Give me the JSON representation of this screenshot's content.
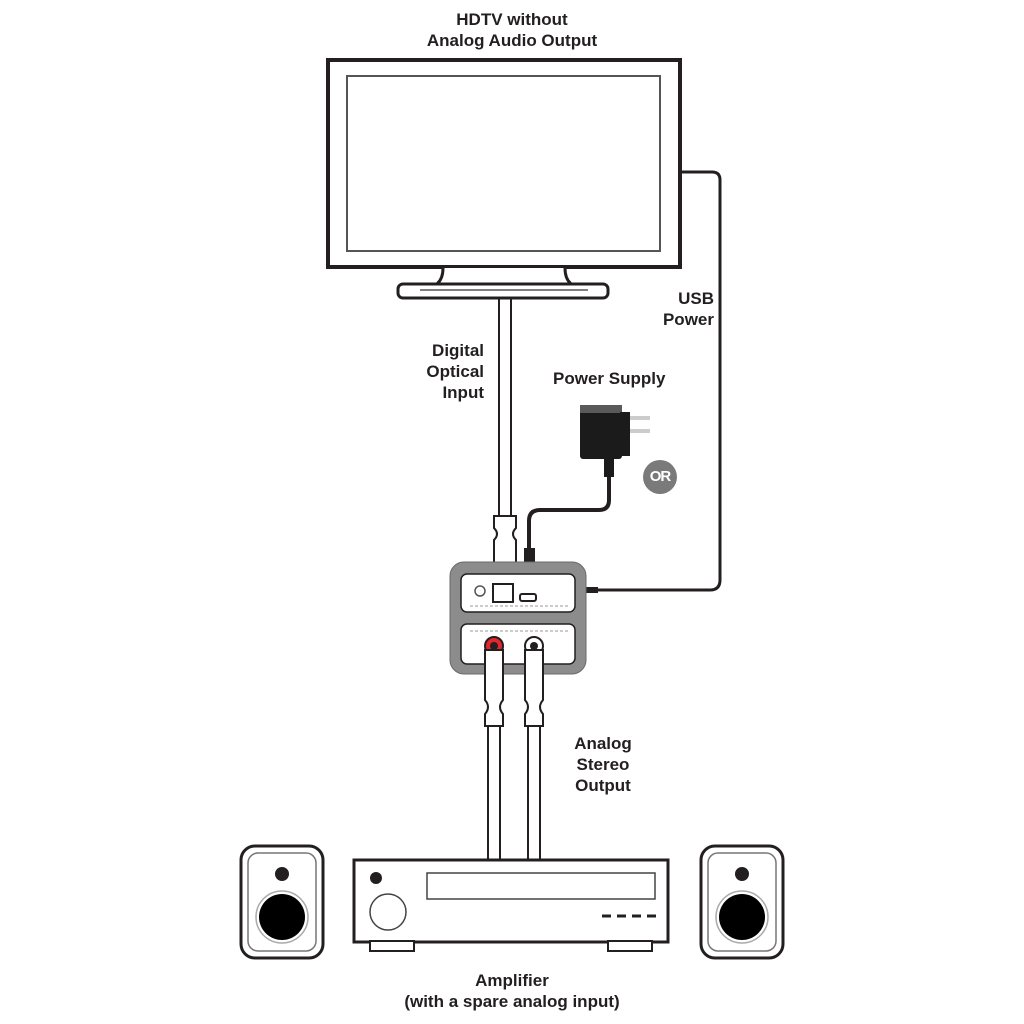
{
  "diagram": {
    "tv": {
      "label_lines": [
        "HDTV without",
        "Analog Audio Output"
      ]
    },
    "connections": {
      "optical": {
        "label_lines": [
          "Digital",
          "Optical",
          "Input"
        ]
      },
      "usb": {
        "label_lines": [
          "USB",
          "Power"
        ]
      },
      "power_supply": {
        "label": "Power Supply"
      },
      "or_badge": "OR",
      "analog": {
        "label_lines": [
          "Analog",
          "Stereo",
          "Output"
        ]
      }
    },
    "amplifier": {
      "label_lines": [
        "Amplifier",
        "(with a spare analog input)"
      ]
    },
    "colors": {
      "line": "#231f20",
      "device_gray": "#8c8c8c",
      "rca_red": "#e3262b",
      "badge_gray": "#7a7a7a"
    }
  }
}
